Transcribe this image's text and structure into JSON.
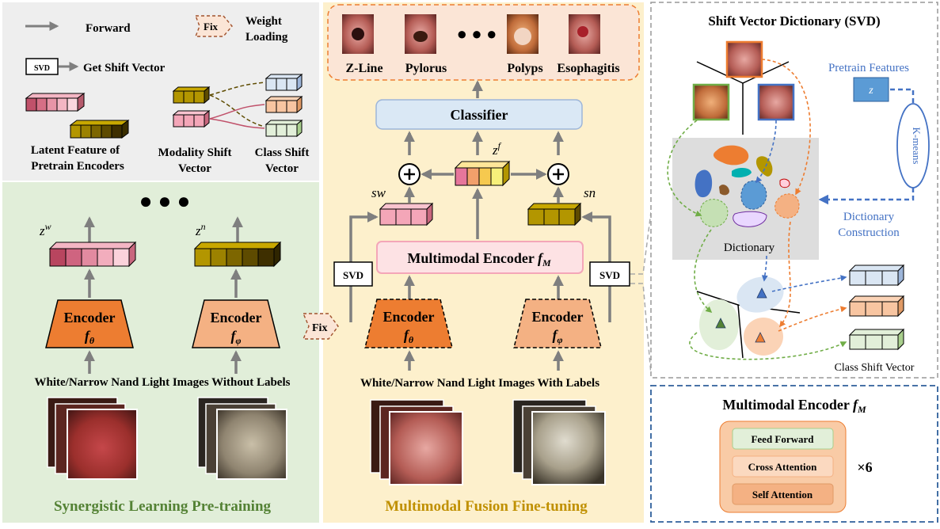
{
  "legend": {
    "forward": "Forward",
    "fix": "Fix",
    "weight_loading": [
      "Weight",
      "Loading"
    ],
    "svd": "SVD",
    "get_shift_vector": "Get Shift Vector",
    "latent_feature": [
      "Latent Feature of",
      "Pretrain Encoders"
    ],
    "modality_shift": [
      "Modality Shift",
      "Vector"
    ],
    "class_shift": [
      "Class Shift",
      "Vector"
    ]
  },
  "pretrain": {
    "ellipsis": "● ● ●",
    "z_w": "z",
    "z_w_sup": "w",
    "z_n": "z",
    "z_n_sup": "n",
    "encoder_label": "Encoder",
    "f_theta": "f",
    "theta": "θ",
    "f_phi": "f",
    "phi": "φ",
    "images_caption": "White/Narrow Nand Light Images Without Labels",
    "title": "Synergistic Learning Pre-training"
  },
  "finetune": {
    "classes": [
      "Z-Line",
      "Pylorus",
      "Polyps",
      "Esophagitis"
    ],
    "ellipsis": "● ● ●",
    "classifier": "Classifier",
    "z_f": "z",
    "z_f_sup": "f",
    "sw": "sw",
    "sn": "sn",
    "multimodal": "Multimodal Encoder ",
    "f_M": "f",
    "M": "M",
    "svd": "SVD",
    "fix": "Fix",
    "encoder_label": "Encoder",
    "f_theta": "f",
    "theta": "θ",
    "f_phi": "f",
    "phi": "φ",
    "images_caption": "White/Narrow Nand Light Images With Labels",
    "title": "Multimodal Fusion Fine-tuning"
  },
  "svd_panel": {
    "title": "Shift Vector Dictionary (SVD)",
    "pretrain_features": "Pretrain Features",
    "z": "z",
    "kmeans": "K-means",
    "dictionary": "Dictionary",
    "dict_construction": [
      "Dictionary",
      "Construction"
    ],
    "class_shift_vector": "Class Shift Vector"
  },
  "me_panel": {
    "title": "Multimodal Encoder ",
    "f": "f",
    "M": "M",
    "layers": [
      "Feed Forward",
      "Cross Attention",
      "Self Attention"
    ],
    "times": "×6"
  },
  "colors": {
    "legend_bg": "#eeeeee",
    "pretrain_bg": "#e1eed9",
    "finetune_bg": "#fdf0cc",
    "pretrain_title": "#548235",
    "finetune_title": "#c09000",
    "encoder_dark": "#ed7d31",
    "encoder_light": "#f4b183",
    "arrow": "#7f7f7f",
    "blue": "#4472c4",
    "green_dash": "#70ad47",
    "orange_dash": "#ed7d31"
  }
}
